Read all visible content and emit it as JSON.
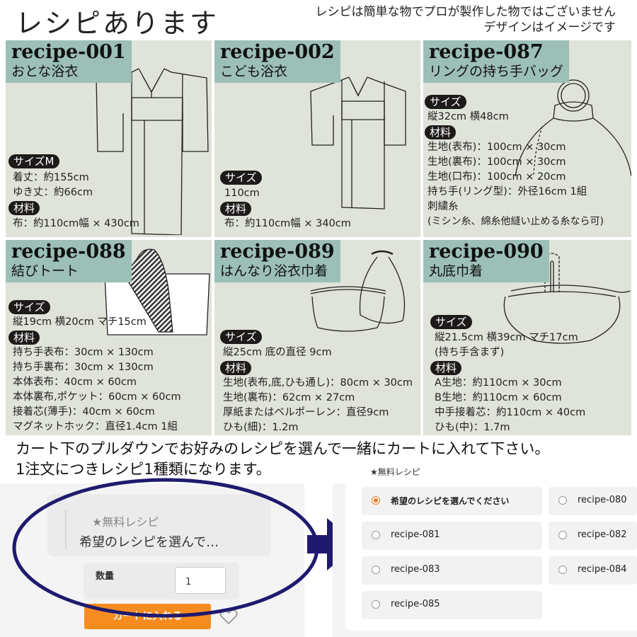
{
  "header": {
    "title": "レシピあります",
    "disclaimer_line1": "レシピは簡単な物でプロが製作した物ではございません",
    "disclaimer_line2": "デザインはイメージです"
  },
  "recipes": [
    {
      "code": "recipe-001",
      "name": "おとな浴衣",
      "size_label": "サイズM",
      "size_lines": [
        "着丈：約155cm",
        "ゆき丈：約66cm"
      ],
      "material_label": "材料",
      "material_lines": [
        "布：約110cm幅 × 430cm"
      ]
    },
    {
      "code": "recipe-002",
      "name": "こども浴衣",
      "size_label": "サイズ",
      "size_lines": [
        "110cm"
      ],
      "material_label": "材料",
      "material_lines": [
        "布：約110cm幅 × 340cm"
      ]
    },
    {
      "code": "recipe-087",
      "name": "リングの持ち手バッグ",
      "size_label": "サイズ",
      "size_lines": [
        "縦32cm  横48cm"
      ],
      "material_label": "材料",
      "material_lines": [
        "生地(表布)：100cm × 30cm",
        "生地(裏布)：100cm × 30cm",
        "生地(口布)：100cm × 20cm",
        "持ち手(リング型)：外径16cm  1組",
        "刺繍糸",
        "(ミシン糸、綿糸他縫い止める糸なら可)"
      ]
    },
    {
      "code": "recipe-088",
      "name": "結びトート",
      "size_label": "サイズ",
      "size_lines": [
        "縦19cm  横20cm  マチ15cm"
      ],
      "material_label": "材料",
      "material_lines": [
        "持ち手表布：30cm × 130cm",
        "持ち手裏布：30cm × 130cm",
        "本体表布：40cm × 60cm",
        "本体裏布,ポケット：60cm × 60cm",
        "接着芯(薄手)：40cm × 60cm",
        "マグネットホック：直径1.4cm  1組"
      ]
    },
    {
      "code": "recipe-089",
      "name": "はんなり浴衣巾着",
      "size_label": "サイズ",
      "size_lines": [
        "縦25cm  底の直径  9cm"
      ],
      "material_label": "材料",
      "material_lines": [
        "生地(表布,底,ひも通し)：80cm × 30cm",
        "生地(裏布)：62cm × 27cm",
        "厚紙またはベルポーレン：直径9cm",
        "ひも(細)：1.2m"
      ]
    },
    {
      "code": "recipe-090",
      "name": "丸底巾着",
      "size_label": "サイズ",
      "size_lines": [
        "縦21.5cm  横39cm  マチ17cm",
        "(持ち手含まず)"
      ],
      "material_label": "材料",
      "material_lines": [
        "A生地：約110cm × 30cm",
        "B生地：約110cm × 60cm",
        "中手接着芯：約110cm × 40cm",
        "ひも(中)：1.7m"
      ]
    }
  ],
  "instructions": {
    "line1": "カート下のプルダウンでお好みのレシピを選んで一緒にカートに入れて下さい。",
    "line2": "1注文につきレシピ1種類になります。"
  },
  "cart_mock": {
    "dropdown_label": "★無料レシピ",
    "dropdown_value": "希望のレシピを選んで…",
    "quantity_label": "数量",
    "quantity_value": "1",
    "cart_button": "カートに入れる",
    "accent": "#f68c1f",
    "ellipse_color": "#1f1a6e"
  },
  "options_panel": {
    "label": "★無料レシピ",
    "options": [
      {
        "label": "希望のレシピを選んでください",
        "selected": true
      },
      {
        "label": "recipe-080",
        "selected": false
      },
      {
        "label": "recipe-081",
        "selected": false
      },
      {
        "label": "recipe-082",
        "selected": false
      },
      {
        "label": "recipe-083",
        "selected": false
      },
      {
        "label": "recipe-084",
        "selected": false
      },
      {
        "label": "recipe-085",
        "selected": false
      }
    ]
  }
}
